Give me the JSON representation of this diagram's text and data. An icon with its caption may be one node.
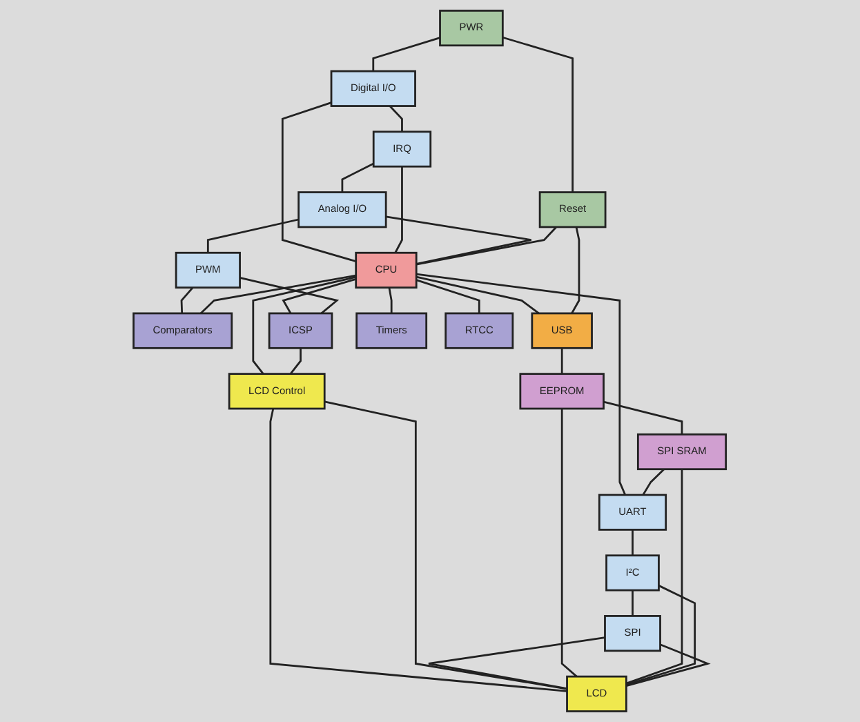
{
  "diagram": {
    "nodes": [
      {
        "text": [
          "Digital I/O"
        ]
      },
      {
        "text": [
          "IRQ"
        ]
      },
      {
        "text": [
          "Analog I/O"
        ]
      },
      {
        "text": [
          "PWM"
        ]
      },
      {
        "text": [
          "PWR"
        ]
      },
      {
        "text": [
          "CPU"
        ]
      },
      {
        "text": [
          "Comparators"
        ]
      },
      {
        "text": [
          "Reset"
        ]
      },
      {
        "text": [
          "ICSP"
        ]
      },
      {
        "text": [
          "USB"
        ]
      },
      {
        "text": [
          "LCD Control"
        ]
      },
      {
        "text": [
          "Timers"
        ]
      },
      {
        "text": [
          "RTCC"
        ]
      },
      {
        "text": [
          "EEPROM"
        ]
      },
      {
        "text": [
          "LCD"
        ]
      },
      {
        "text": [
          "SPI SRAM"
        ]
      },
      {
        "text": [
          "UART"
        ]
      },
      {
        "text": [
          "I²C"
        ]
      },
      {
        "text": [
          "SPI"
        ]
      }
    ],
    "edges": [
      {
        "from": 0,
        "to": 5,
        "arrow": "none"
      },
      {
        "from": 1,
        "to": 5,
        "arrow": "none"
      },
      {
        "from": 2,
        "to": 5,
        "arrow": "none"
      },
      {
        "from": 4,
        "to": 0,
        "arrow": "none"
      },
      {
        "from": 0,
        "to": 1,
        "arrow": "none"
      },
      {
        "from": 1,
        "to": 2,
        "arrow": "none"
      },
      {
        "from": 2,
        "to": 3,
        "arrow": "none"
      },
      {
        "from": 3,
        "to": 6,
        "arrow": "none"
      },
      {
        "from": 5,
        "to": 6,
        "arrow": "none"
      },
      {
        "from": 7,
        "to": 5,
        "arrow": "none"
      },
      {
        "from": 4,
        "to": 7,
        "arrow": "none"
      },
      {
        "from": 5,
        "to": 8,
        "arrow": "none"
      },
      {
        "from": 3,
        "to": 8,
        "arrow": "none"
      },
      {
        "from": 5,
        "to": 9,
        "arrow": "none"
      },
      {
        "from": 7,
        "to": 9,
        "arrow": "none"
      },
      {
        "from": 5,
        "to": 10,
        "arrow": "none"
      },
      {
        "from": 8,
        "to": 10,
        "arrow": "none"
      },
      {
        "from": 5,
        "to": 11,
        "arrow": "none"
      },
      {
        "from": 5,
        "to": 12,
        "arrow": "none"
      },
      {
        "from": 9,
        "to": 13,
        "arrow": "none"
      },
      {
        "from": 10,
        "to": 14,
        "arrow": "none"
      },
      {
        "from": 10,
        "to": 14,
        "arrow": "none"
      },
      {
        "from": 13,
        "to": 15,
        "arrow": "none"
      },
      {
        "from": 5,
        "to": 16,
        "arrow": "none"
      },
      {
        "from": 15,
        "to": 16,
        "arrow": "none"
      },
      {
        "from": 16,
        "to": 17,
        "arrow": "none"
      },
      {
        "from": 17,
        "to": 18,
        "arrow": "none"
      },
      {
        "from": 18,
        "to": 14,
        "arrow": "none"
      },
      {
        "from": 13,
        "to": 14,
        "arrow": "none"
      },
      {
        "from": 15,
        "to": 14,
        "arrow": "none"
      },
      {
        "from": 17,
        "to": 14,
        "arrow": "none"
      },
      {
        "from": 18,
        "to": 14,
        "arrow": "none"
      }
    ]
  }
}
